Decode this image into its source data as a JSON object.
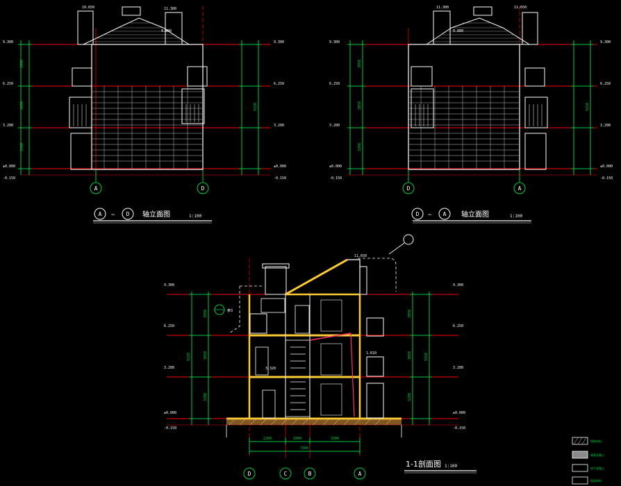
{
  "elev_left": {
    "title": "轴立面图",
    "axis_from": "A",
    "axis_to": "D",
    "scale": "1:100",
    "levels": [
      "9.300",
      "6.250",
      "3.200",
      "±0.000",
      "-0.150"
    ],
    "roof_levels": [
      "10.650",
      "11.300",
      "9.880"
    ]
  },
  "elev_right": {
    "title": "轴立面图",
    "axis_from": "D",
    "axis_to": "A",
    "scale": "1:100",
    "levels": [
      "9.300",
      "6.250",
      "3.200",
      "±0.000",
      "-0.150"
    ],
    "roof_levels": [
      "11.300",
      "11.650",
      "9.880"
    ]
  },
  "section": {
    "title": "1-1剖面图",
    "scale": "1:100",
    "levels": [
      "9.300",
      "6.250",
      "3.200",
      "±0.000",
      "-0.150"
    ],
    "roof_level": "11.650",
    "axes": [
      "D",
      "C",
      "B",
      "A"
    ],
    "spans": [
      "2200",
      "1800",
      "3300"
    ],
    "total": "7300",
    "detail_note": "参3",
    "level_note": "1.610",
    "mid_note": "3.320"
  },
  "legend": {
    "items": [
      "墙体材料",
      "钢筋混凝土",
      "加气混凝土",
      "保温材料"
    ]
  },
  "colors": {
    "background": "#000000",
    "level_line": "#ff0000",
    "dimension": "#00cc44",
    "outline": "#ffffff",
    "section_cut": "#ffcc33",
    "axis_circle": "#00cc44"
  }
}
